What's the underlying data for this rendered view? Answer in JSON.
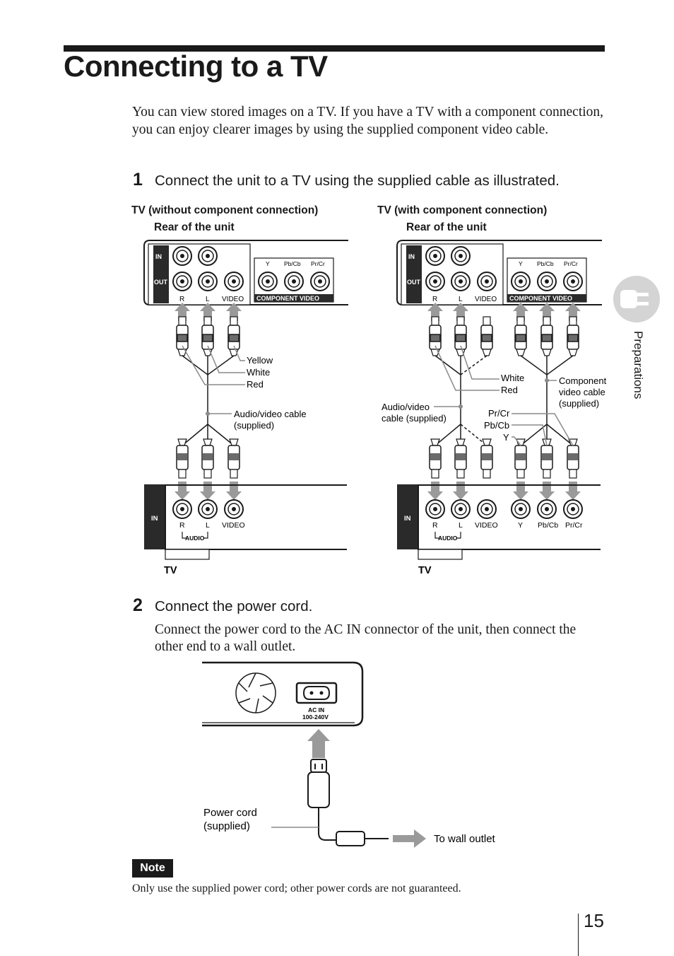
{
  "page": {
    "title": "Connecting to a TV",
    "intro": "You can view stored images on a TV. If you have a TV with a component connection, you can enjoy clearer images by using the supplied component video cable.",
    "side_tab_label": "Preparations",
    "page_number": "15"
  },
  "step1": {
    "number": "1",
    "text": "Connect the unit to a TV using the supplied cable as illustrated."
  },
  "diagram_left": {
    "heading": "TV (without component connection)",
    "rear_label": "Rear of the unit",
    "unit_in": "IN",
    "unit_out": "OUT",
    "unit_r": "R",
    "unit_l": "L",
    "unit_video": "VIDEO",
    "unit_y": "Y",
    "unit_pb": "Pb/Cb",
    "unit_pr": "Pr/Cr",
    "unit_component": "COMPONENT VIDEO",
    "yellow": "Yellow",
    "white": "White",
    "red": "Red",
    "cable_label_1": "Audio/video cable",
    "cable_label_2": "(supplied)",
    "tv_in": "IN",
    "tv_r": "R",
    "tv_l": "L",
    "tv_video": "VIDEO",
    "tv_audio": "AUDIO",
    "tv_label": "TV"
  },
  "diagram_right": {
    "heading": "TV (with component connection)",
    "rear_label": "Rear of the unit",
    "white": "White",
    "red": "Red",
    "component_1": "Component",
    "component_2": "video cable",
    "component_3": "(supplied)",
    "av_1": "Audio/video",
    "av_2": "cable (supplied)",
    "pr": "Pr/Cr",
    "pb": "Pb/Cb",
    "y": "Y",
    "tv_y": "Y",
    "tv_pb": "Pb/Cb",
    "tv_pr": "Pr/Cr",
    "tv_label": "TV"
  },
  "step2": {
    "number": "2",
    "text": "Connect the power cord.",
    "body": "Connect the power cord to the AC IN connector of the unit, then connect the other end to a wall outlet."
  },
  "power_diagram": {
    "ac_in": "AC IN",
    "voltage": "100-240V",
    "cord_1": "Power cord",
    "cord_2": "(supplied)",
    "wall": "To wall outlet"
  },
  "note": {
    "badge": "Note",
    "text": "Only use the supplied power cord; other power cords are not guaranteed."
  }
}
